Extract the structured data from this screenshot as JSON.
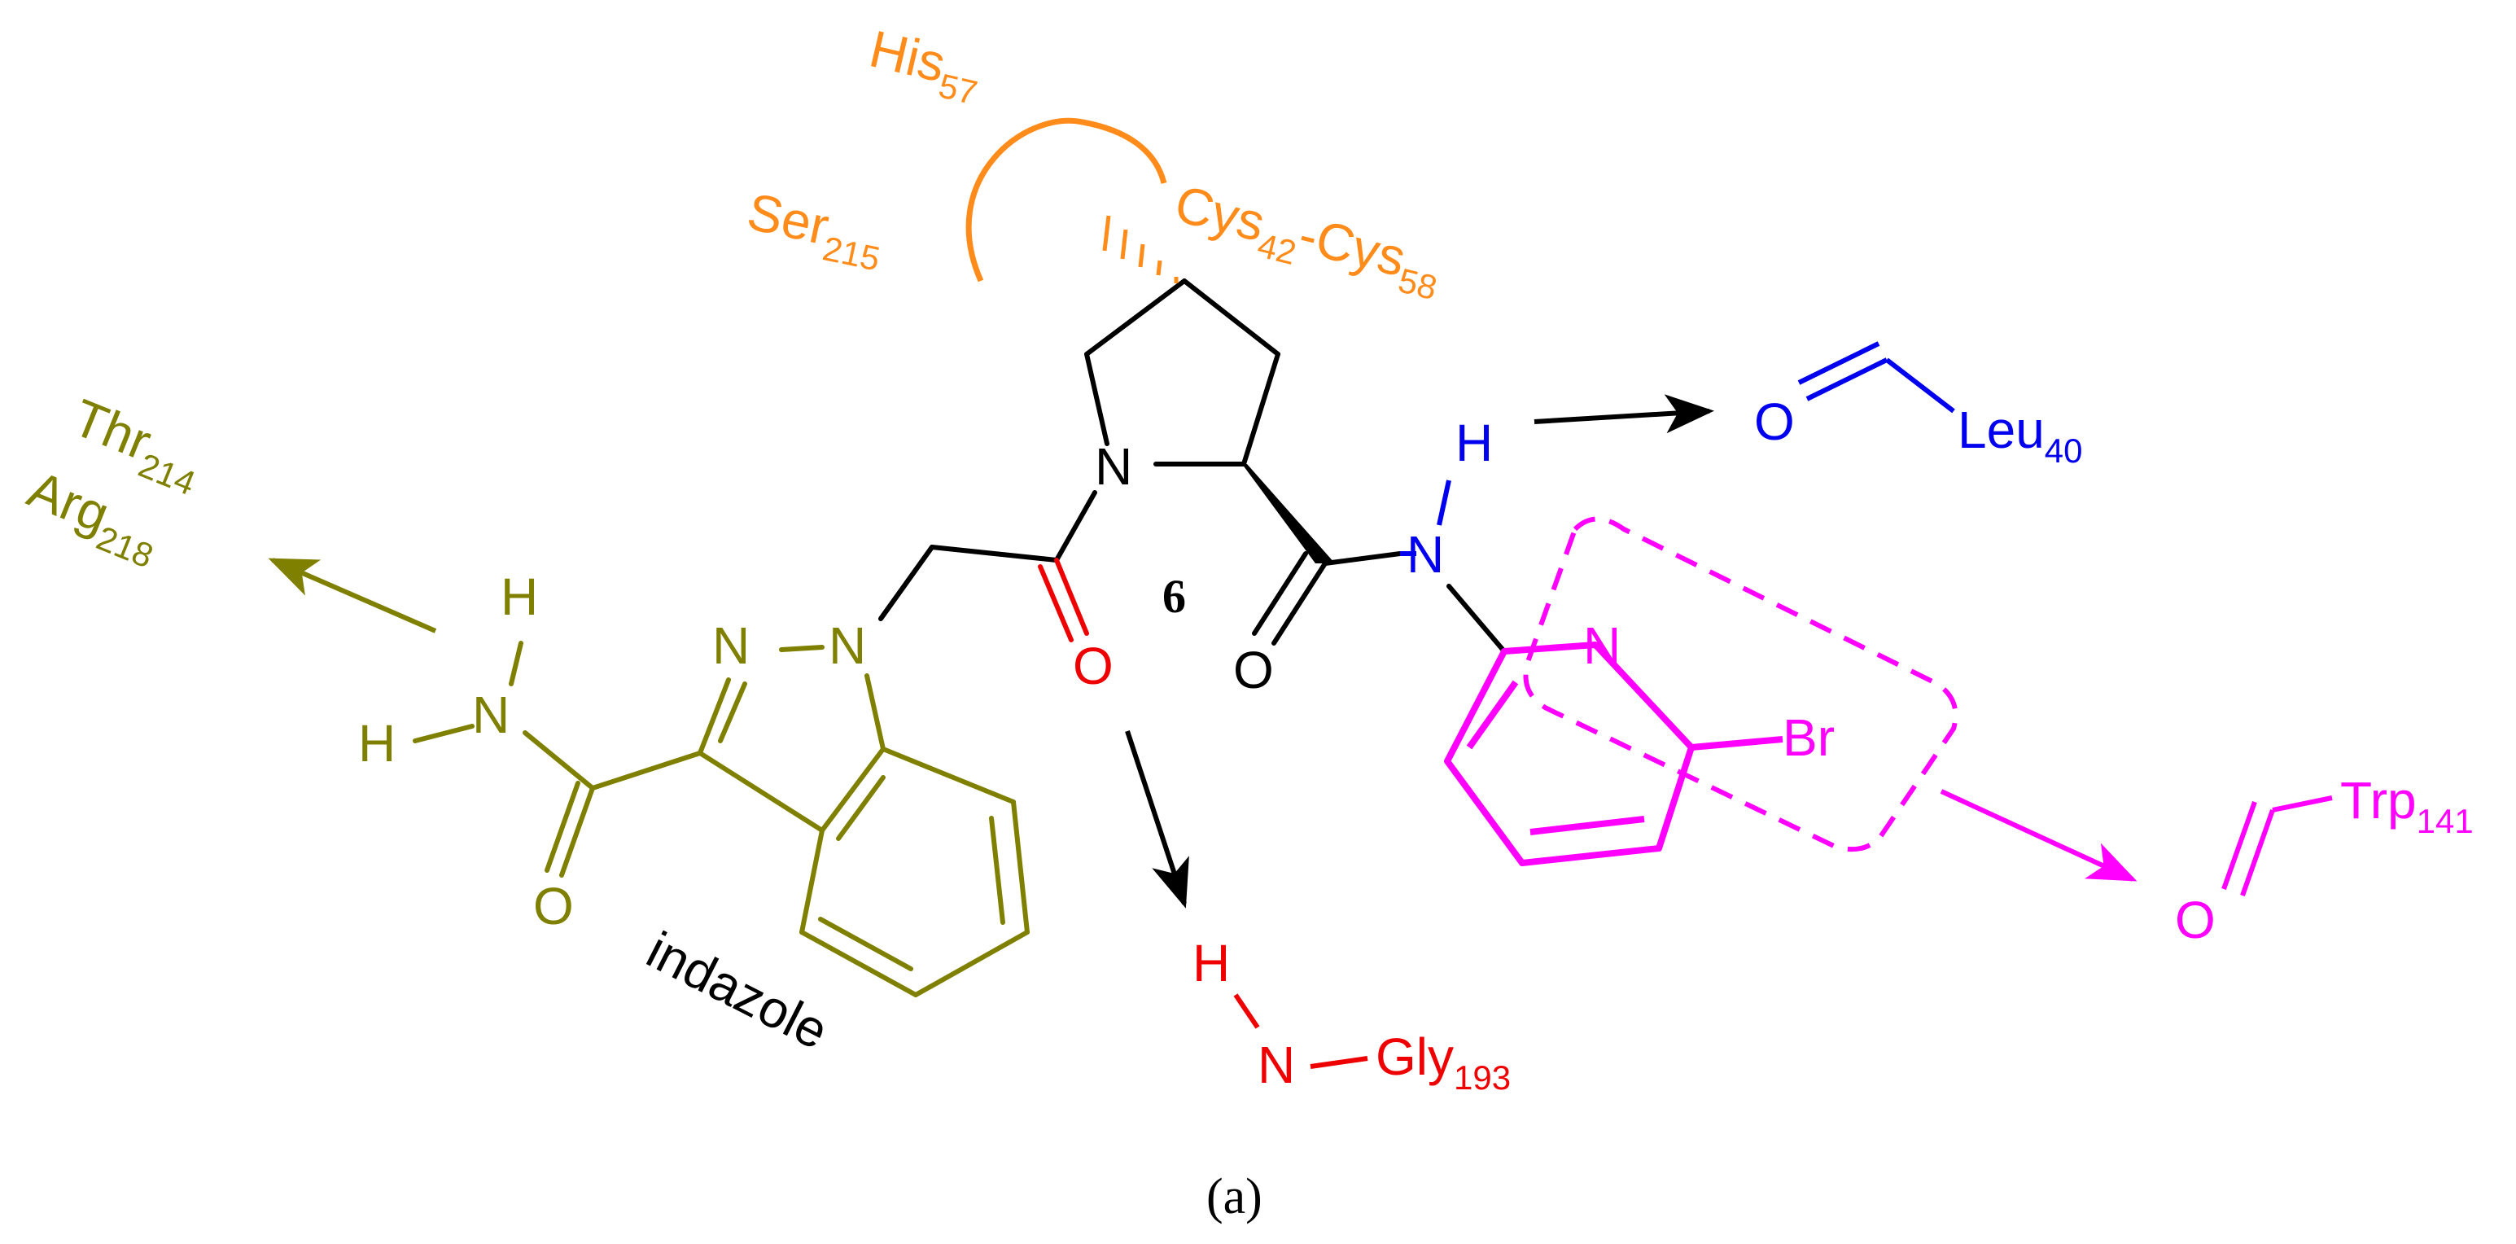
{
  "colors": {
    "black": "#000000",
    "olive": "#808000",
    "orange": "#FF8C1A",
    "blue": "#0000EE",
    "red": "#EE0000",
    "magenta": "#FF00FF"
  },
  "compound_number": "6",
  "caption": "(a)",
  "indazole_label": "indazole",
  "atoms": {
    "N_pyrrolidine": "N",
    "O_acyl": "O",
    "O_amide": "O",
    "N_amide": "N",
    "H_amide": "H",
    "N_indazole_1": "N",
    "N_indazole_2": "N",
    "N_carboxamide": "N",
    "H_carboxamide_top": "H",
    "H_carboxamide_left": "H",
    "O_carboxamide": "O",
    "N_pyridine": "N",
    "Br": "Br"
  },
  "residues": {
    "his": {
      "name": "His",
      "num": "57"
    },
    "ser": {
      "name": "Ser",
      "num": "215"
    },
    "cys_a": {
      "name": "Cys",
      "num": "42"
    },
    "cys_sep": "-",
    "cys_b": {
      "name": "Cys",
      "num": "58"
    },
    "thr": {
      "name": "Thr",
      "num": "214"
    },
    "arg": {
      "name": "Arg",
      "num": "218"
    },
    "leu": {
      "name": "Leu",
      "num": "40",
      "o": "O"
    },
    "trp": {
      "name": "Trp",
      "num": "141",
      "o": "O"
    },
    "gly": {
      "name": "Gly",
      "num": "193",
      "h": "H",
      "n": "N"
    }
  }
}
